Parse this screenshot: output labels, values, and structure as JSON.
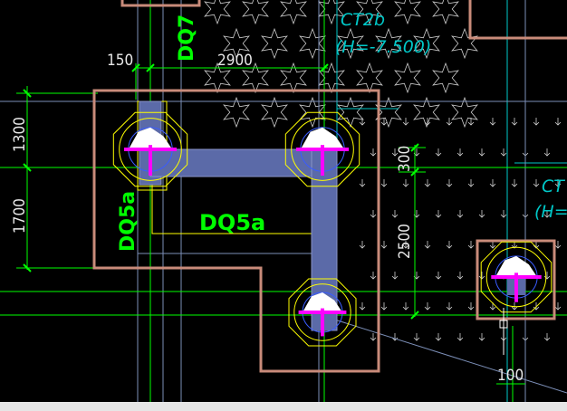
{
  "labels": {
    "dq7": "DQ7",
    "dq5a_vertical": "DQ5a",
    "dq5a_horizontal": "DQ5a",
    "ct2b_name": "CT2b",
    "ct2b_elev": "(H=-7.500)",
    "ct_right_name": "CT",
    "ct_right_elev": "(H="
  },
  "dimensions": {
    "d150": "150",
    "d2900": "2900",
    "d1300": "1300",
    "d1700": "1700",
    "d300": "300",
    "d2500": "2500",
    "d100": "100"
  },
  "colors": {
    "background": "#000000",
    "pile_cap_outline": "#c98b7a",
    "tie_beam_fill": "#5b6aa8",
    "grid_green": "#00ff00",
    "pile_circle": "#ffff00",
    "pile_cross": "#ff00ff",
    "annotation_cyan": "#00c8c8",
    "hatch_white": "#d8d8d8"
  }
}
